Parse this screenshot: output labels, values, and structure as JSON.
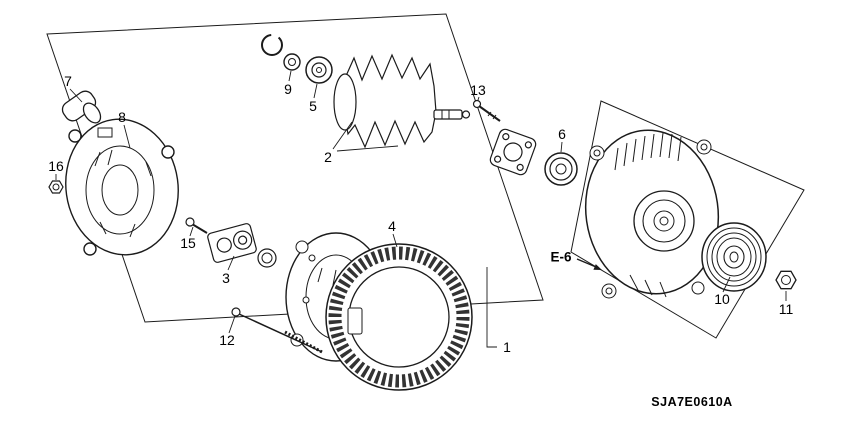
{
  "diagram": {
    "code": "SJA7E0610A",
    "ref": {
      "label": "E-6"
    }
  },
  "callouts": [
    {
      "label": "7"
    },
    {
      "label": "8"
    },
    {
      "label": "16"
    },
    {
      "label": "15"
    },
    {
      "label": "3"
    },
    {
      "label": "9"
    },
    {
      "label": "5"
    },
    {
      "label": "2"
    },
    {
      "label": "13"
    },
    {
      "label": "6"
    },
    {
      "label": "4"
    },
    {
      "label": "12"
    },
    {
      "label": "1"
    },
    {
      "label": "10"
    },
    {
      "label": "11"
    }
  ],
  "colors": {
    "line": "#1b1b1b",
    "background": "#ffffff"
  }
}
